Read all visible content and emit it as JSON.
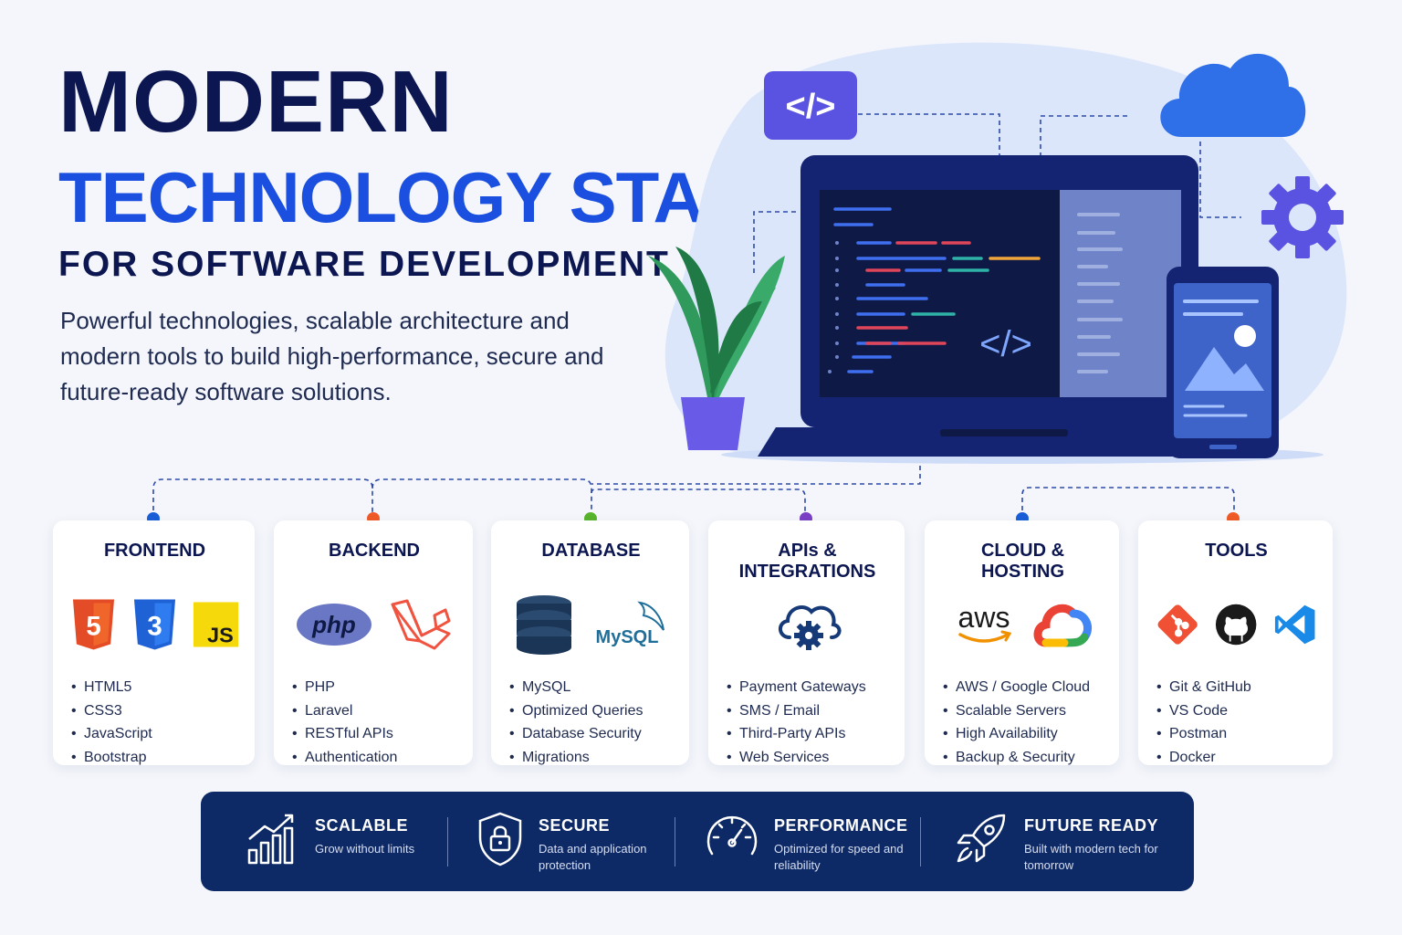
{
  "hero": {
    "line1": "MODERN",
    "line2": "TECHNOLOGY STACK",
    "line3": "FOR SOFTWARE DEVELOPMENT",
    "description": "Powerful technologies, scalable architecture and modern tools to build high-performance, secure and future-ready software solutions."
  },
  "colors": {
    "navy": "#0c1650",
    "blue": "#1a4fe0",
    "banner": "#0e2a66",
    "dot_blue": "#1a5fd8",
    "dot_orange": "#ef5a26",
    "dot_green": "#57b42b",
    "dot_purple": "#7a3fc4"
  },
  "illustration": {
    "code_tag": "</>"
  },
  "cards": [
    {
      "title": "FRONTEND",
      "logos": {
        "html": "5",
        "css": "3",
        "js": "JS"
      },
      "items": [
        "HTML5",
        "CSS3",
        "JavaScript",
        "Bootstrap"
      ]
    },
    {
      "title": "BACKEND",
      "logos": {
        "php": "php"
      },
      "items": [
        "PHP",
        "Laravel",
        "RESTful APIs",
        "Authentication"
      ]
    },
    {
      "title": "DATABASE",
      "logos": {
        "mysql": "MySQL"
      },
      "items": [
        "MySQL",
        "Optimized Queries",
        "Database Security",
        "Migrations"
      ]
    },
    {
      "title": "APIs &\nINTEGRATIONS",
      "logos": {},
      "items": [
        "Payment Gateways",
        "SMS / Email",
        "Third-Party APIs",
        "Web Services"
      ]
    },
    {
      "title": "CLOUD &\nHOSTING",
      "logos": {
        "aws": "aws"
      },
      "items": [
        "AWS / Google Cloud",
        "Scalable Servers",
        "High Availability",
        "Backup & Security"
      ]
    },
    {
      "title": "TOOLS",
      "logos": {},
      "items": [
        "Git & GitHub",
        "VS Code",
        "Postman",
        "Docker"
      ]
    }
  ],
  "banner": {
    "features": [
      {
        "title": "SCALABLE",
        "desc": "Grow without limits",
        "icon": "growth-chart-icon"
      },
      {
        "title": "SECURE",
        "desc": "Data and application protection",
        "icon": "shield-lock-icon"
      },
      {
        "title": "PERFORMANCE",
        "desc": "Optimized for speed and reliability",
        "icon": "speedometer-icon"
      },
      {
        "title": "FUTURE READY",
        "desc": "Built with modern tech for tomorrow",
        "icon": "rocket-icon"
      }
    ]
  }
}
